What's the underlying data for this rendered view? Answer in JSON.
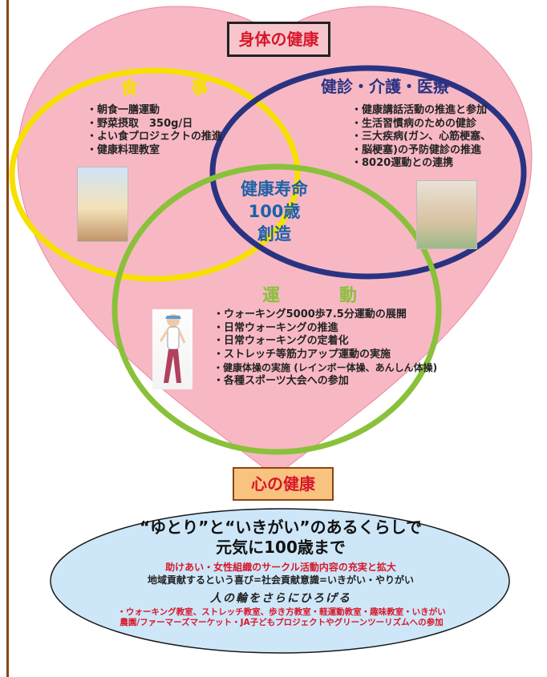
{
  "body_health": {
    "label": "身体の健康"
  },
  "food": {
    "heading": "食　事",
    "items": [
      "朝食一膳運動",
      "野菜摂取　350g/日",
      "よい食プロジェクトの推進",
      "健康料理教室"
    ]
  },
  "medical": {
    "heading": "健診・介護・医療",
    "items": [
      "健康講話活動の推進と参加",
      "生活習慣病のための健診",
      "三大疾病(ガン、心筋梗塞、",
      "脳梗塞)の予防健診の推進",
      "8020運動との連携"
    ]
  },
  "center": {
    "line1": "健康寿命",
    "line2": "100歳",
    "line3": "創造"
  },
  "exercise": {
    "heading": "運　動",
    "items": [
      "ウォーキング5000歩7.5分運動の展開",
      "日常ウォーキングの推進",
      "日常ウォーキングの定着化",
      "ストレッチ等筋力アップ運動の実施",
      "健康体操の実施 (レインボー体操、あんしん体操)",
      "各種スポーツ大会への参加"
    ]
  },
  "mind_health": {
    "label": "心の健康",
    "headline1": "“ゆとり”と“いきがい”のあるくらしで",
    "headline2": "元気に100歳まで",
    "sub1": "助けあい・女性組織のサークル活動内容の充実と拡大",
    "sub2": "地域貢献するという喜び=社会貢献意識=いきがい・やりがい",
    "sub3": "人の輪をさらにひろげる",
    "activities": "・ウォーキング教室、ストレッチ教室、歩き方教室・軽運動教室・趣味教室・いきがい農園/ファーマーズマーケット・JA子どもプロジェクトやグリーンツーリズムへの参加"
  },
  "colors": {
    "heart": "#f7b8c4",
    "food_circle": "#f6e000",
    "medical_circle": "#2a3382",
    "exercise_circle": "#8ac13a",
    "mind_ellipse": "#cde7f8"
  }
}
